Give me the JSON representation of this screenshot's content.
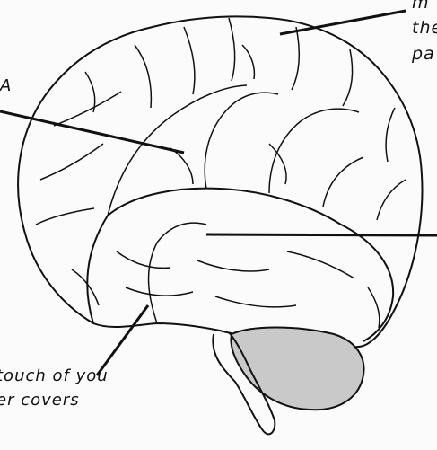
{
  "labels": {
    "top_right": [
      "m",
      "the",
      "pa"
    ],
    "left_mark": "A",
    "bottom_left": [
      "touch of you",
      "er covers"
    ]
  },
  "colors": {
    "ink": "#111111",
    "paper": "#fbfbfb"
  }
}
